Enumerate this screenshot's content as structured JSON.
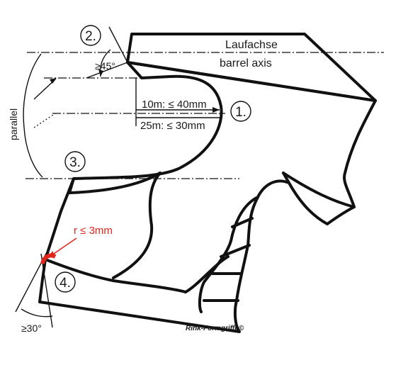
{
  "labels": {
    "laufachse": "Laufachse",
    "barrel_axis": "barrel axis",
    "angle_top": "≥45°",
    "width_10m": "10m: ≤ 40mm",
    "width_25m": "25m: ≤ 30mm",
    "parallel": "parallel",
    "radius": "r ≤ 3mm",
    "angle_bottom": "≥30°",
    "logo": "Rink-Formgriffe©"
  },
  "markers": [
    "2.",
    "1.",
    "3.",
    "4."
  ],
  "colors": {
    "line": "#111111",
    "radius": "#e0261b",
    "background": "#ffffff"
  }
}
